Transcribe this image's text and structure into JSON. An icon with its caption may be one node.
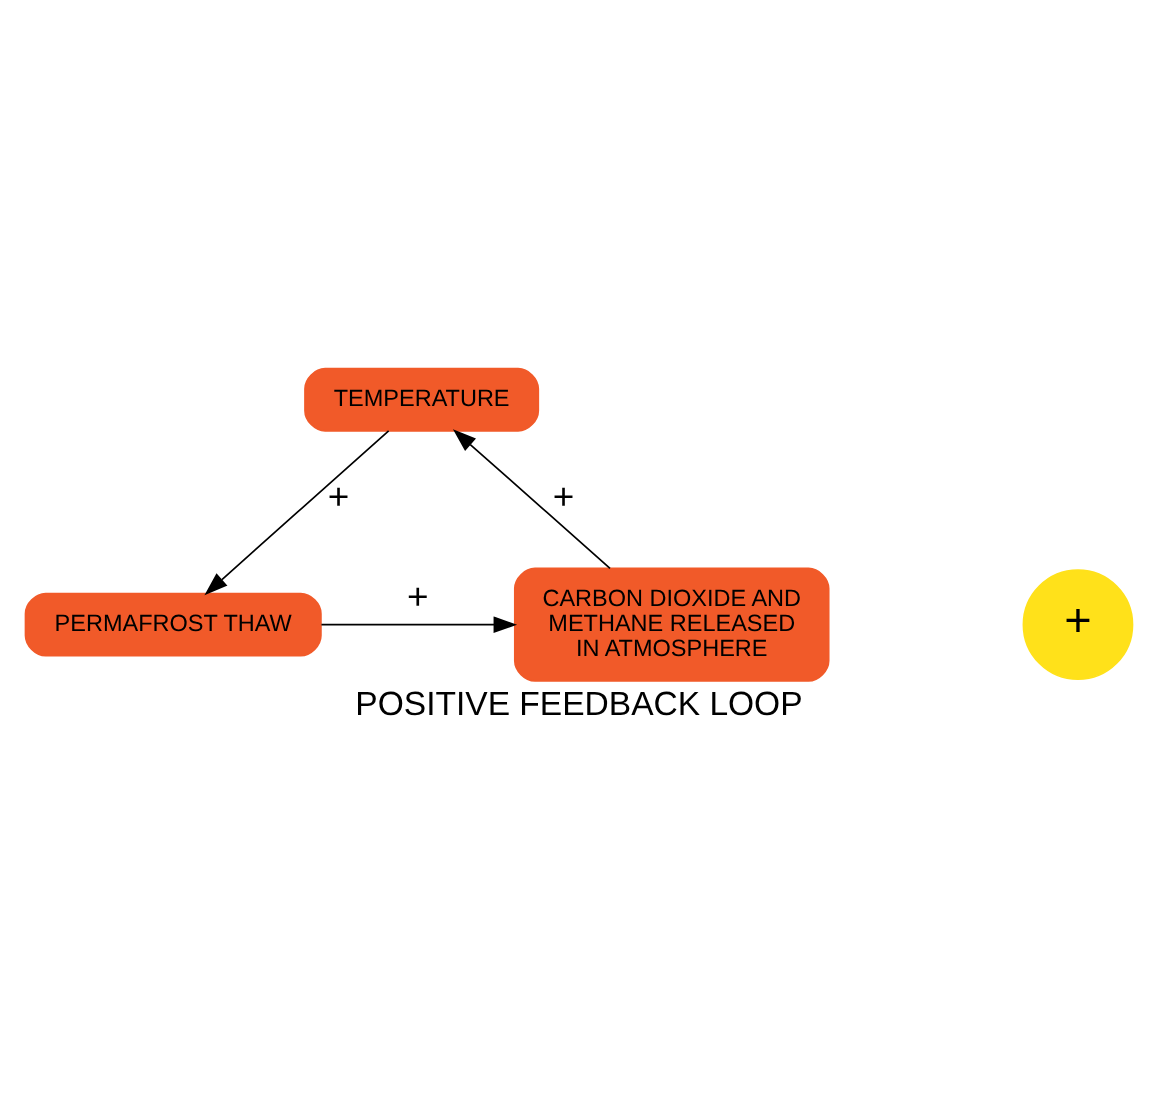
{
  "diagram": {
    "caption": "POSITIVE FEEDBACK LOOP",
    "nodes": [
      {
        "text": [
          "TEMPERATURE"
        ]
      },
      {
        "text": [
          "PERMAFROST THAW"
        ]
      },
      {
        "text": [
          "CARBON DIOXIDE AND METHANE RELEASED IN ATMOSPHERE"
        ]
      },
      {
        "text": [
          "+"
        ]
      }
    ],
    "edges": [
      {
        "from": 0,
        "to": 1,
        "arrow": "to",
        "label": "+"
      },
      {
        "from": 1,
        "to": 2,
        "arrow": "to",
        "label": "+"
      },
      {
        "from": 2,
        "to": 0,
        "arrow": "to",
        "label": "+"
      }
    ]
  }
}
